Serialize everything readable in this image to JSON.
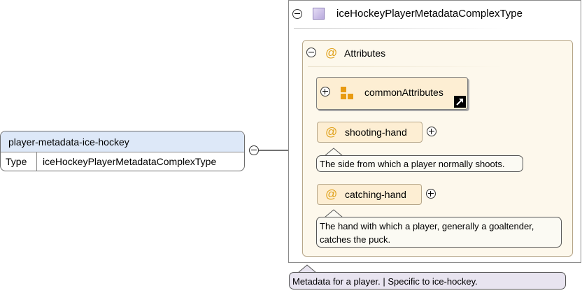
{
  "root_element": {
    "name": "player-metadata-ice-hockey",
    "type_label": "Type",
    "type_value": "iceHockeyPlayerMetadataComplexType"
  },
  "complex_type": {
    "name": "iceHockeyPlayerMetadataComplexType",
    "annotation": "Metadata for a player. | Specific to ice-hockey."
  },
  "attributes_group": {
    "title": "Attributes",
    "attribute_group_ref": "commonAttributes",
    "attributes": [
      {
        "name": "shooting-hand",
        "doc": "The side from which a player normally shoots."
      },
      {
        "name": "catching-hand",
        "doc_lines": [
          "The hand with which a player, generally a goaltender,",
          "catches the puck."
        ]
      }
    ]
  },
  "symbols": {
    "attribute": "@"
  },
  "colors": {
    "element_header": "#dde8f8",
    "attribute_fill": "#fdeed3",
    "group_fill": "#fdf8ec",
    "annotation_fill": "#e8e4f0",
    "type_icon": "#c9bde6",
    "attribute_icon": "#e0a11a"
  }
}
